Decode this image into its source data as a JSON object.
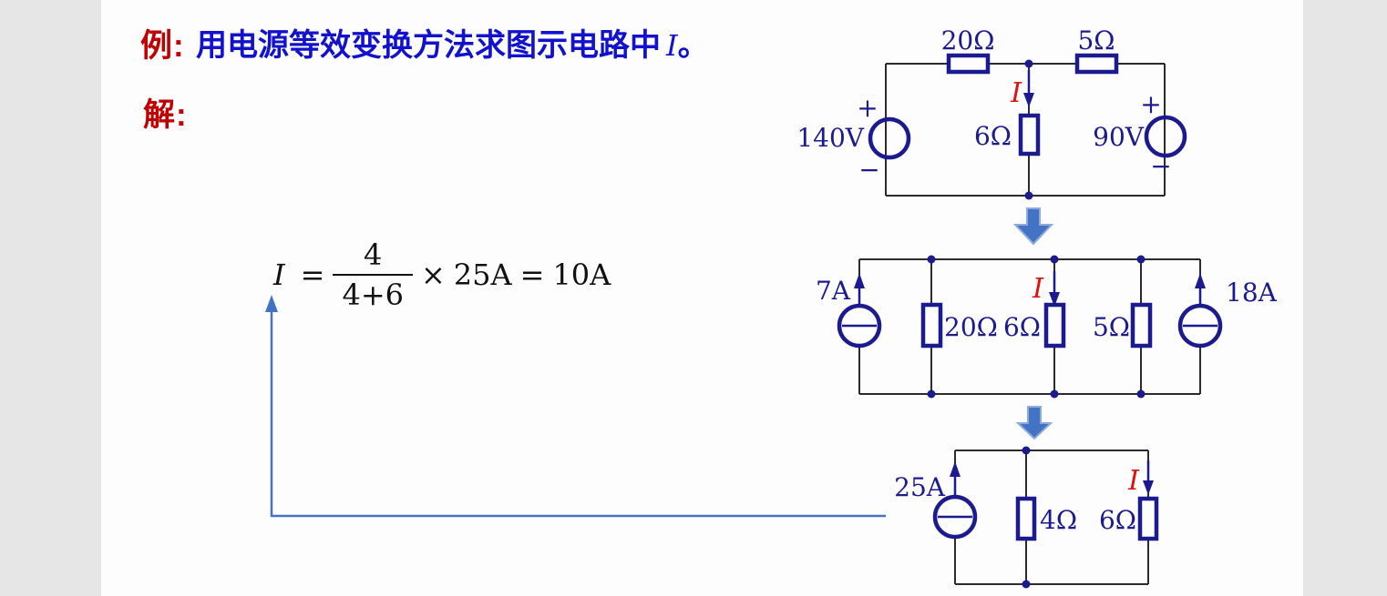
{
  "slide": {
    "example_label": "例:",
    "problem_text": "用电源等效变换方法求图示电路中",
    "problem_var": "I",
    "problem_period": "。",
    "solution_label": "解:"
  },
  "formula": {
    "lhs": "I",
    "equals": "=",
    "numerator": "4",
    "denominator": "4+6",
    "times": "×",
    "multiplicand": "25A",
    "equals2": "=",
    "result": "10A"
  },
  "circuit1": {
    "r_top_left": "20Ω",
    "r_top_right": "5Ω",
    "r_middle": "6Ω",
    "v_left": "140V",
    "v_right": "90V",
    "plus": "+",
    "minus": "−",
    "current_label": "I"
  },
  "circuit2": {
    "i_left": "7A",
    "i_right": "18A",
    "r1": "20Ω",
    "r2": "6Ω",
    "r3": "5Ω",
    "current_label": "I"
  },
  "circuit3": {
    "i_source": "25A",
    "r1": "4Ω",
    "r2": "6Ω",
    "current_label": "I"
  },
  "colors": {
    "page_bg": "#e6e6e6",
    "slide_bg": "#fdfdfd",
    "heading_red": "#c00000",
    "heading_blue": "#1212cc",
    "component_navy": "#1b1b8f",
    "current_red": "#dd1111",
    "wire_black": "#2b2b2b",
    "block_arrow_blue": "#4472c4",
    "block_arrow_border": "#8faadc"
  }
}
